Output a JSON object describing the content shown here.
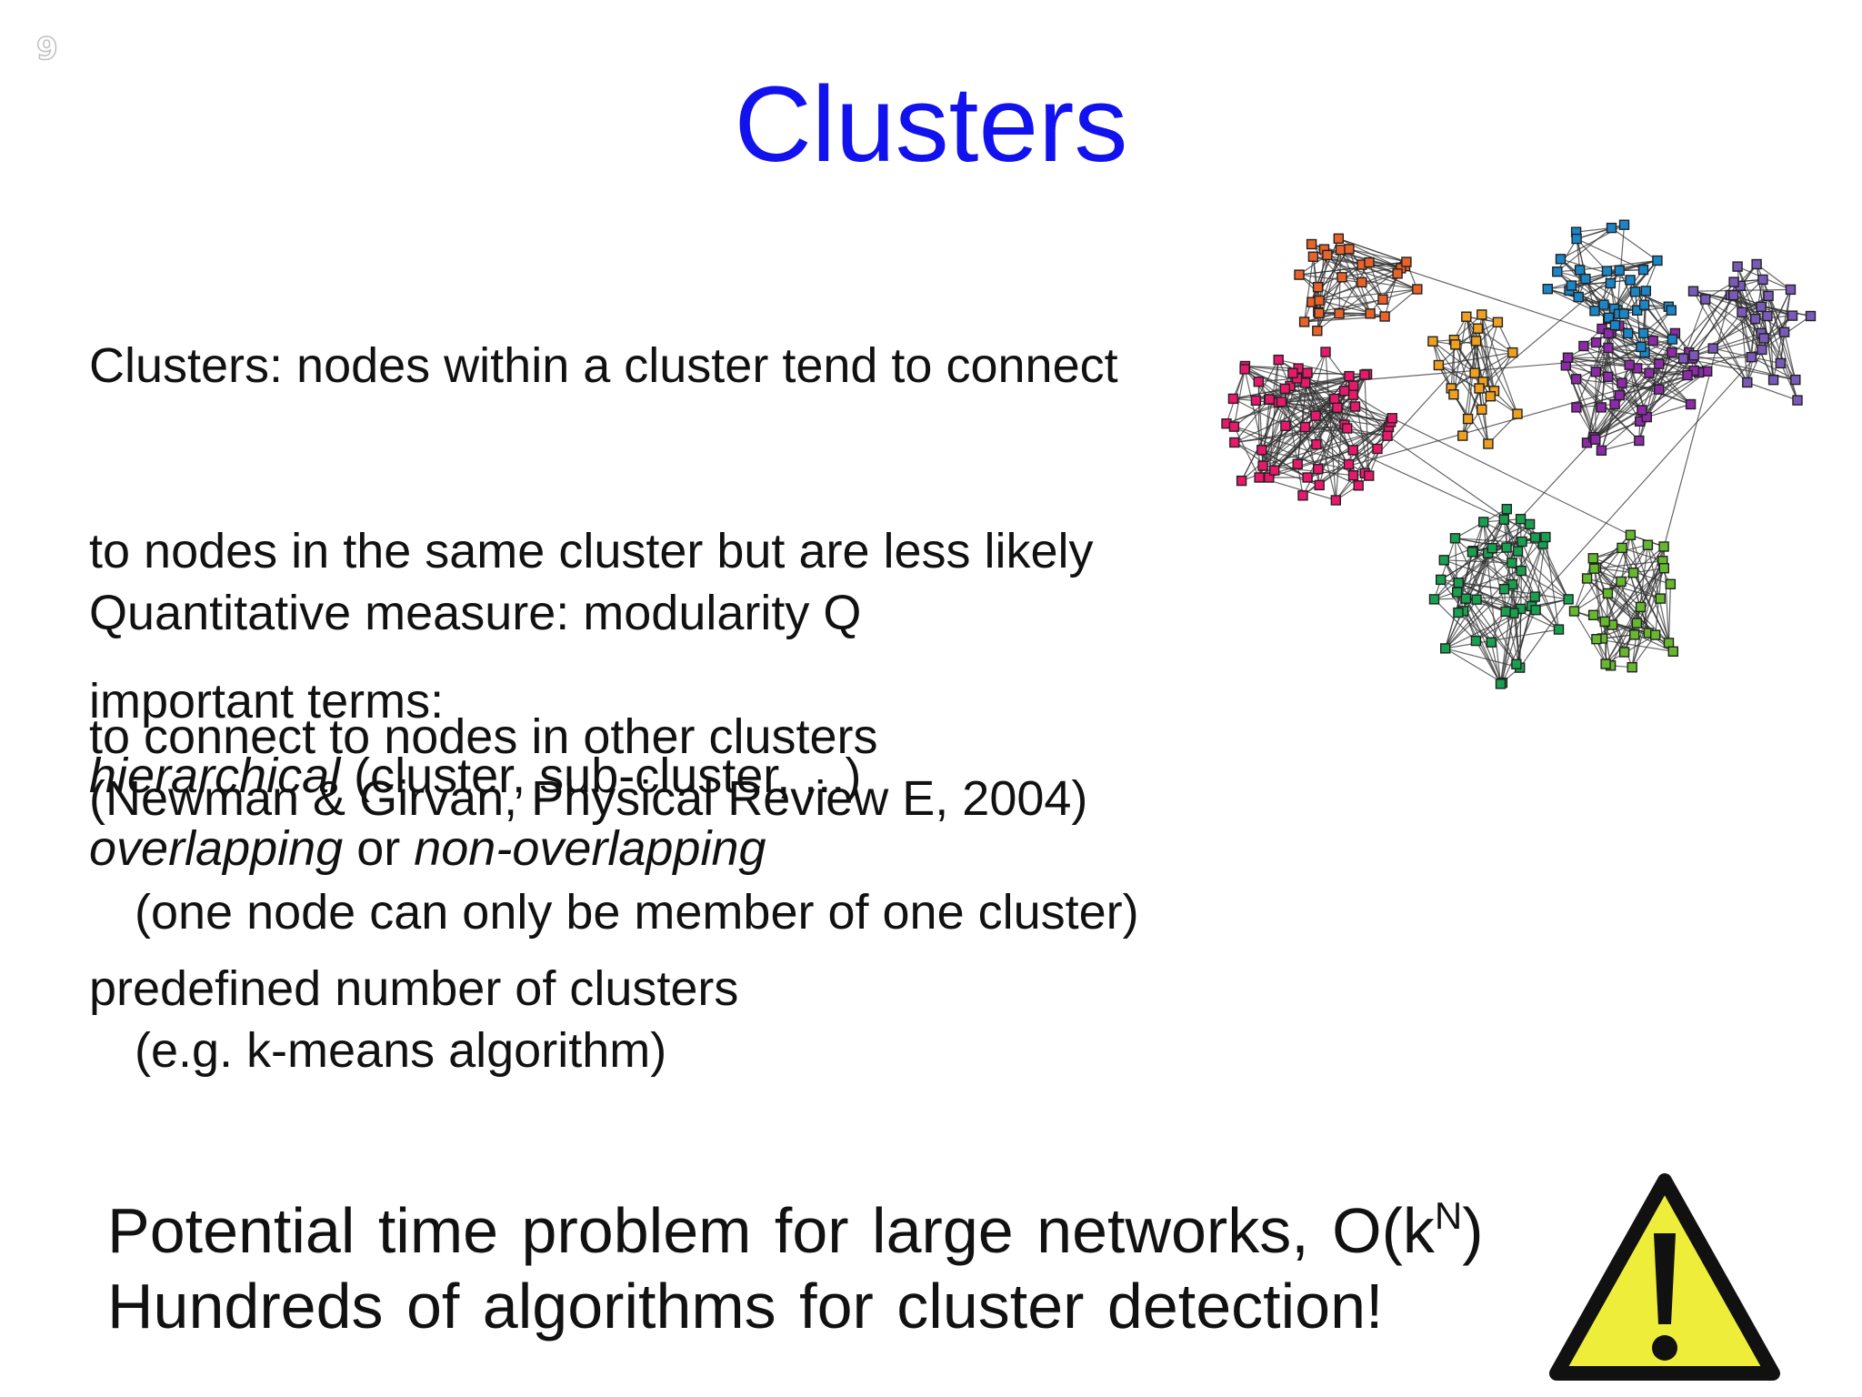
{
  "slide": {
    "number": "9",
    "title": "Clusters"
  },
  "definition": {
    "lines": [
      "Clusters: nodes within a cluster tend to connect",
      "to nodes in the same cluster but are less likely",
      "to connect to nodes in other clusters"
    ]
  },
  "measure": {
    "lines": [
      "Quantitative measure: modularity Q",
      "(Newman & Girvan, Physical Review E, 2004)"
    ]
  },
  "terms": {
    "heading": "important terms:",
    "hierarchical": {
      "term": "hierarchical",
      "rest": " (cluster, sub-cluster, ...)"
    },
    "overlapping": {
      "term1": "overlapping",
      "or": " or ",
      "term2": "non-overlapping"
    },
    "overlapping_note": "(one node can only be member of one cluster)",
    "predefined": "predefined number of clusters",
    "predefined_note": "(e.g. k-means algorithm)"
  },
  "bottom": {
    "line1_pre": "Potential time problem for large networks, O(k",
    "line1_sup": "N",
    "line1_post": ")",
    "line2": "Hundreds of algorithms for cluster detection!"
  },
  "network_colors": [
    "#e8622a",
    "#e8186a",
    "#f0a020",
    "#1a86c8",
    "#8c2aa8",
    "#7a5ab8",
    "#18a050",
    "#66b82e"
  ],
  "warning": {
    "icon": "warning-icon",
    "fill": "#eeee3a",
    "stroke": "#111111"
  }
}
